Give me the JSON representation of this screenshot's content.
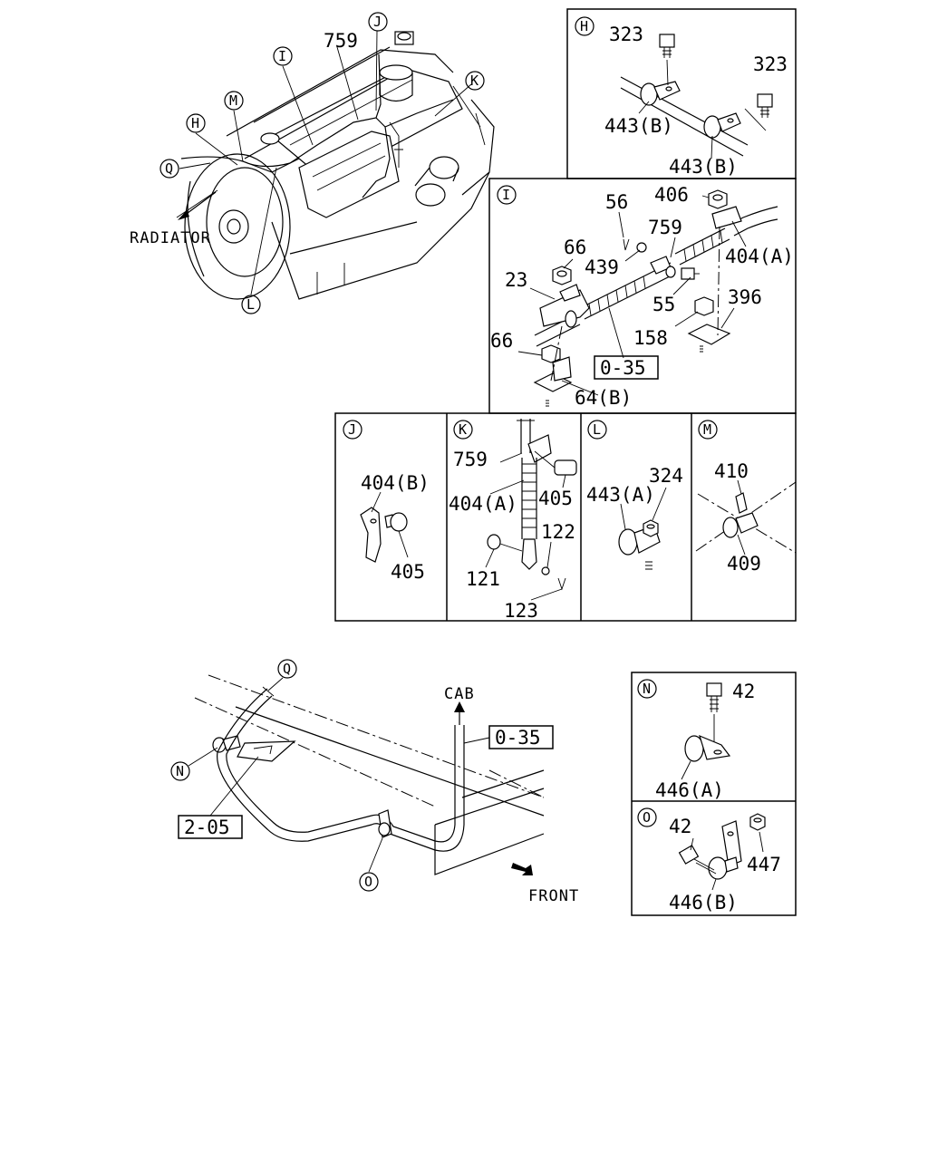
{
  "labels": {
    "radiator": "RADIATOR",
    "cab": "CAB",
    "front": "FRONT",
    "main_759": "759",
    "ref_035_top": "0-35",
    "ref_035_bottom": "0-35",
    "ref_205": "2-05"
  },
  "callouts": {
    "H": "H",
    "I": "I",
    "J": "J",
    "K": "K",
    "L": "L",
    "M": "M",
    "N": "N",
    "O": "O",
    "Q": "Q"
  },
  "panels": {
    "H": {
      "p323a": "323",
      "p323b": "323",
      "p443a": "443(B)",
      "p443b": "443(B)"
    },
    "I": {
      "p56": "56",
      "p406": "406",
      "p759": "759",
      "p66a": "66",
      "p439": "439",
      "p404a": "404(A)",
      "p23": "23",
      "p55": "55",
      "p396": "396",
      "p158": "158",
      "p66b": "66",
      "p64b": "64(B)"
    },
    "J": {
      "p404b": "404(B)",
      "p405": "405"
    },
    "K": {
      "p759": "759",
      "p404a": "404(A)",
      "p405": "405",
      "p122": "122",
      "p121": "121",
      "p123": "123"
    },
    "L": {
      "p324": "324",
      "p443a": "443(A)"
    },
    "M": {
      "p410": "410",
      "p409": "409"
    },
    "N": {
      "p42": "42",
      "p446a": "446(A)"
    },
    "O": {
      "p42": "42",
      "p447": "447",
      "p446b": "446(B)"
    }
  }
}
